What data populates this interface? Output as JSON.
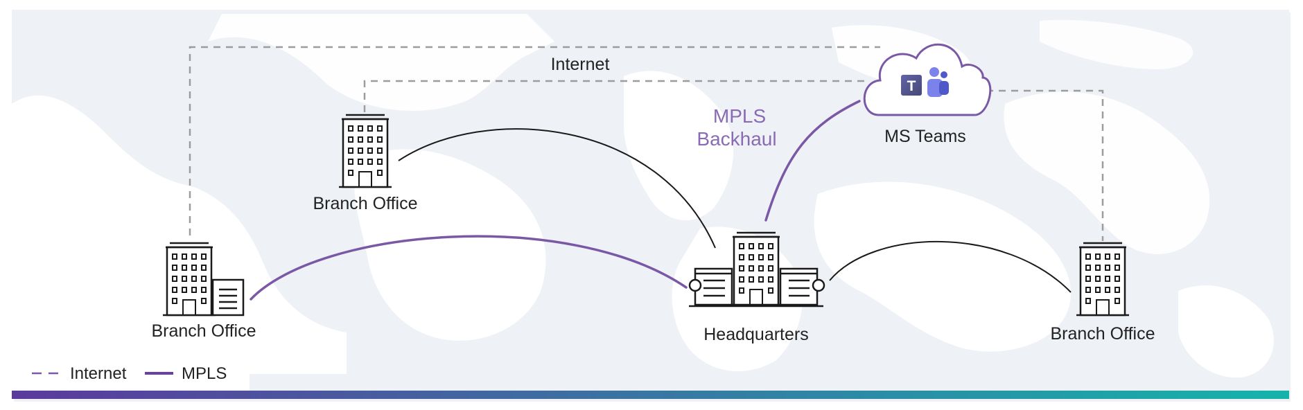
{
  "colors": {
    "panel_bg": "#eef1f6",
    "land": "#ffffff",
    "internet_line": "#9c9c9c",
    "mpls_line": "#7b58a6",
    "black_link": "#1a1a1a",
    "gradient_start": "#5b3a9c",
    "gradient_end": "#15b3aa"
  },
  "nodes": {
    "branch_top": {
      "label": "Branch Office",
      "icon": "building-icon"
    },
    "branch_left": {
      "label": "Branch Office",
      "icon": "building-icon"
    },
    "headquarters": {
      "label": "Headquarters",
      "icon": "headquarters-building-icon"
    },
    "branch_right": {
      "label": "Branch Office",
      "icon": "building-icon"
    },
    "ms_teams": {
      "label": "MS Teams",
      "icon": "teams-cloud-icon"
    }
  },
  "edge_labels": {
    "internet": "Internet",
    "mpls_backhaul_line1": "MPLS",
    "mpls_backhaul_line2": "Backhaul"
  },
  "legend": {
    "internet": "Internet",
    "mpls": "MPLS"
  }
}
